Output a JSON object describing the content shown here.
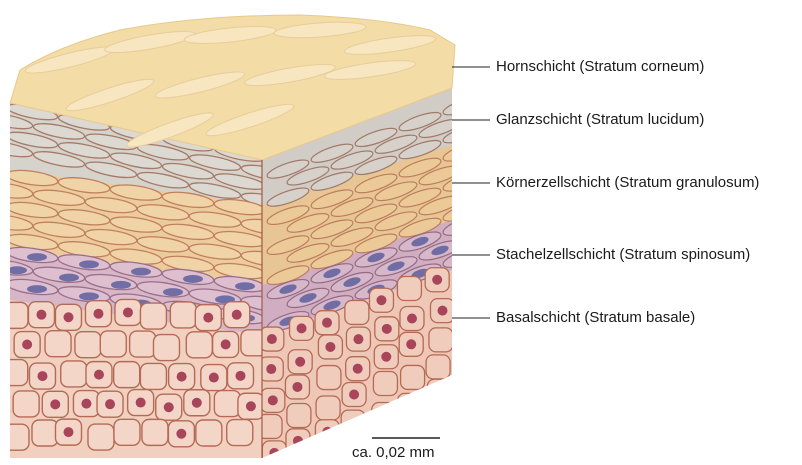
{
  "labels": {
    "corneum": "Hornschicht (Stratum corneum)",
    "lucidum": "Glanzschicht (Stratum lucidum)",
    "granulosum": "Körnerzellschicht (Stratum granulosum)",
    "spinosum": "Stachelzellschicht (Stratum spinosum)",
    "basale": "Basalschicht (Stratum basale)"
  },
  "scale_bar": {
    "label": "ca. 0,02 mm"
  },
  "colors": {
    "corneum": "#f3dca6",
    "lucidum": "#d6d2cc",
    "granulosum": "#eccc9c",
    "spinosum": "#d7b6c8",
    "spinosum_nucleus": "#5d5f9e",
    "basale": "#f1d0c0",
    "basale_nucleus": "#a8455a",
    "cell_border": "#b56a55"
  }
}
